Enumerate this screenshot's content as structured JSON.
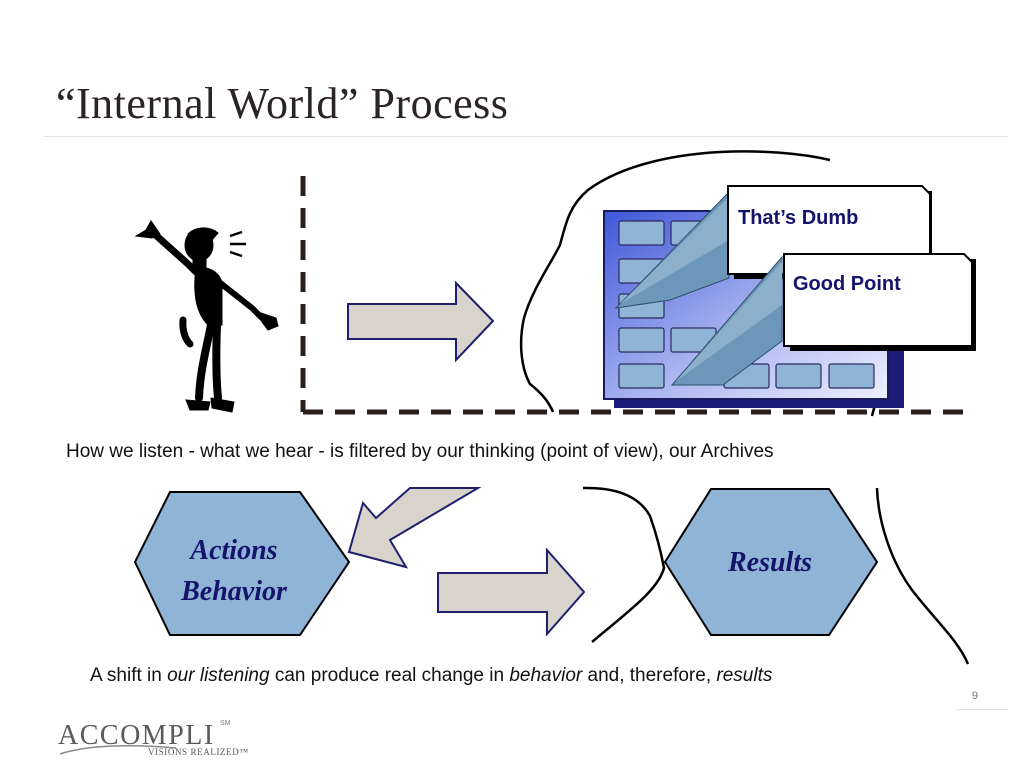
{
  "slide": {
    "title": "“Internal World” Process",
    "page_number": "9"
  },
  "callouts": {
    "first": "That’s Dumb",
    "second": "Good Point"
  },
  "hexagons": {
    "actions_line1": "Actions",
    "actions_line2": "Behavior",
    "results": "Results"
  },
  "captions": {
    "filter": "How we listen - what we hear - is filtered by our thinking (point of view), our Archives",
    "shift_a": "A shift in ",
    "shift_b": "our listening",
    "shift_c": " can produce real change in ",
    "shift_d": "behavior",
    "shift_e": " and, therefore, ",
    "shift_f": "results"
  },
  "logo": {
    "wordmark": "ACCOMPLI",
    "mark": "SM",
    "tagline": "VISIONS REALIZED™"
  },
  "colors": {
    "hexagon_fill": "#8fb4d6",
    "arrow_fill": "#d8d4cc",
    "arrow_stroke": "#1f1f6e",
    "archive_frame": "#3a4fc9",
    "hexagon_text": "#14146b"
  }
}
